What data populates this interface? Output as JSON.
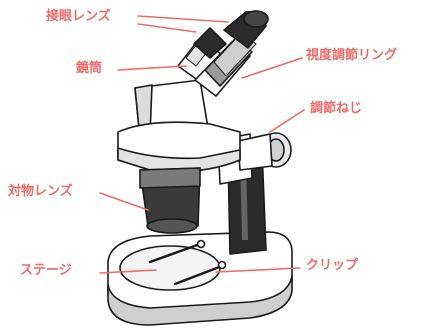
{
  "labels": {
    "eyepiece": "接眼レンズ",
    "tube": "鏡筒",
    "diopter_ring": "視度調節リング",
    "focus_knob": "調節ねじ",
    "objective": "対物レンズ",
    "stage": "ステージ",
    "clip": "クリップ"
  },
  "colors": {
    "label": "#ef6b6b",
    "leader": "#ef6b6b",
    "outline": "#1a1a1a",
    "dark_part": "#2b2b2b",
    "body": "#ffffff",
    "shade": "#d9d9d9"
  }
}
